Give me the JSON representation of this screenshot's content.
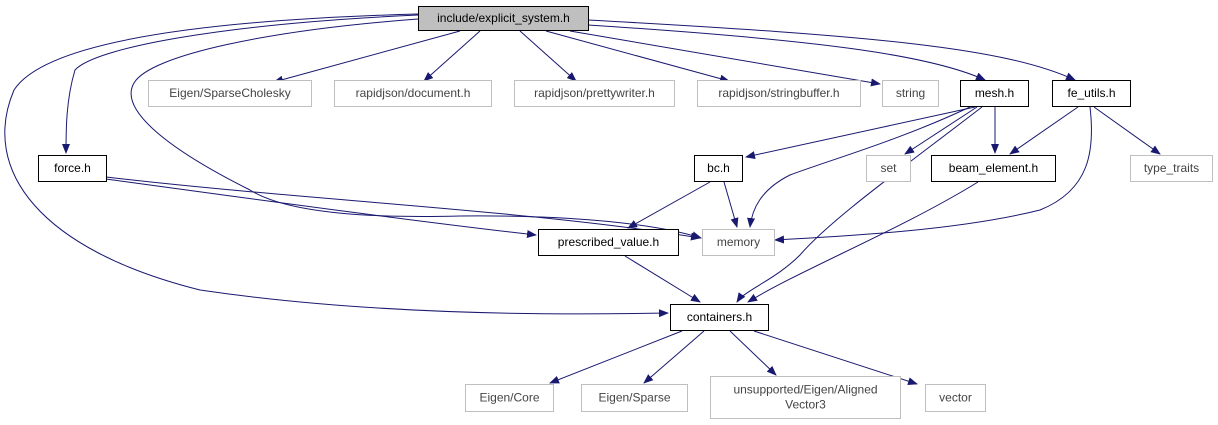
{
  "nodes": {
    "explicit_system": {
      "label": "include/explicit_system.h",
      "style": "root"
    },
    "sparse_cholesky": {
      "label": "Eigen/SparseCholesky",
      "style": "external"
    },
    "rj_document": {
      "label": "rapidjson/document.h",
      "style": "external"
    },
    "rj_prettywriter": {
      "label": "rapidjson/prettywriter.h",
      "style": "external"
    },
    "rj_stringbuffer": {
      "label": "rapidjson/stringbuffer.h",
      "style": "external"
    },
    "string": {
      "label": "string",
      "style": "external"
    },
    "mesh": {
      "label": "mesh.h",
      "style": "local"
    },
    "fe_utils": {
      "label": "fe_utils.h",
      "style": "local"
    },
    "force": {
      "label": "force.h",
      "style": "local"
    },
    "bc": {
      "label": "bc.h",
      "style": "local"
    },
    "set": {
      "label": "set",
      "style": "external"
    },
    "beam_element": {
      "label": "beam_element.h",
      "style": "local"
    },
    "type_traits": {
      "label": "type_traits",
      "style": "external"
    },
    "prescribed_value": {
      "label": "prescribed_value.h",
      "style": "local"
    },
    "memory": {
      "label": "memory",
      "style": "external"
    },
    "containers": {
      "label": "containers.h",
      "style": "local"
    },
    "eigen_core": {
      "label": "Eigen/Core",
      "style": "external"
    },
    "eigen_sparse": {
      "label": "Eigen/Sparse",
      "style": "external"
    },
    "aligned_vector3": {
      "label": [
        "unsupported/Eigen/Aligned",
        "Vector3"
      ],
      "style": "external"
    },
    "vector": {
      "label": "vector",
      "style": "external"
    }
  },
  "edges": [
    [
      "explicit_system",
      "sparse_cholesky"
    ],
    [
      "explicit_system",
      "rj_document"
    ],
    [
      "explicit_system",
      "rj_prettywriter"
    ],
    [
      "explicit_system",
      "rj_stringbuffer"
    ],
    [
      "explicit_system",
      "string"
    ],
    [
      "explicit_system",
      "mesh"
    ],
    [
      "explicit_system",
      "fe_utils"
    ],
    [
      "explicit_system",
      "force"
    ],
    [
      "explicit_system",
      "memory"
    ],
    [
      "explicit_system",
      "containers"
    ],
    [
      "mesh",
      "bc"
    ],
    [
      "mesh",
      "set"
    ],
    [
      "mesh",
      "beam_element"
    ],
    [
      "mesh",
      "memory"
    ],
    [
      "mesh",
      "containers"
    ],
    [
      "fe_utils",
      "beam_element"
    ],
    [
      "fe_utils",
      "type_traits"
    ],
    [
      "fe_utils",
      "memory"
    ],
    [
      "force",
      "prescribed_value"
    ],
    [
      "force",
      "memory"
    ],
    [
      "bc",
      "prescribed_value"
    ],
    [
      "bc",
      "memory"
    ],
    [
      "beam_element",
      "containers"
    ],
    [
      "prescribed_value",
      "containers"
    ],
    [
      "containers",
      "eigen_core"
    ],
    [
      "containers",
      "eigen_sparse"
    ],
    [
      "containers",
      "aligned_vector3"
    ],
    [
      "containers",
      "vector"
    ]
  ],
  "colors": {
    "edge": "#191970",
    "root_fill": "#bfbfbf",
    "local_border": "#000000",
    "external_border": "#bfbfbf"
  }
}
